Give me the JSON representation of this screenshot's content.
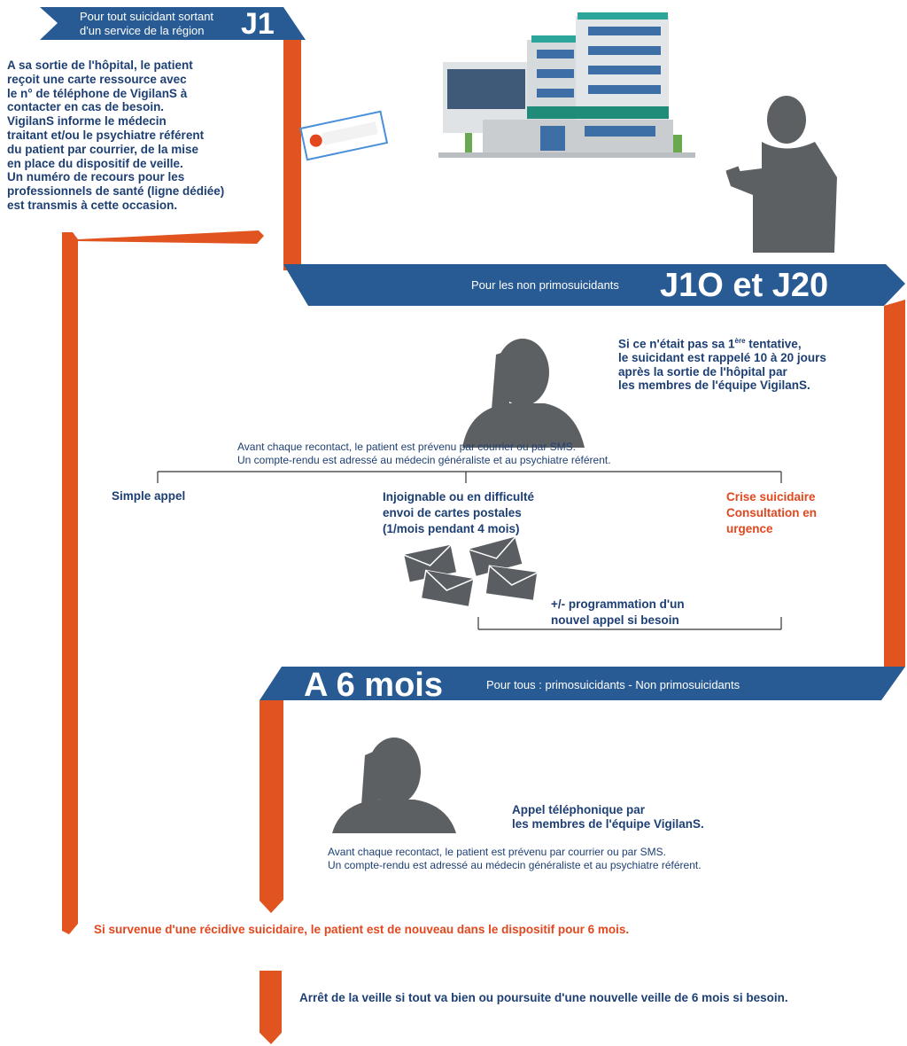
{
  "j1": {
    "subtitle": "Pour tout suicidant sortant\nd'un service de la région",
    "title": "J1",
    "description": "A sa sortie de l'hôpital, le patient\nreçoit une carte ressource avec\nle n° de téléphone de VigilanS à\ncontacter en cas de besoin.\nVigilanS informe le médecin\ntraitant et/ou le psychiatre référent\ndu patient par courrier, de la mise\nen place du dispositif de veille.\nUn numéro de recours pour les\nprofessionnels de santé (ligne dédiée)\nest transmis à cette occasion."
  },
  "j10": {
    "subtitle": "Pour les non primosuicidants",
    "title": "J1O et J20",
    "desc_pre": "Si ce n'était pas sa 1",
    "desc_sup": "ère",
    "desc_post": " tentative,\nle suicidant est rappelé 10 à 20 jours\naprès la sortie de l'hôpital par\nles membres de l'équipe VigilanS.",
    "notice": "Avant chaque recontact, le patient est prévenu par courrier ou par SMS.\nUn compte-rendu est adressé au médecin généraliste et au psychiatre référent.",
    "outcomes": [
      "Simple appel",
      "Injoignable ou en difficulté\nenvoi de cartes postales\n(1/mois pendant 4 mois)",
      "Crise suicidaire\nConsultation en\nurgence"
    ],
    "recall": "+/- programmation d'un\nnouvel appel si besoin"
  },
  "six": {
    "title": "A 6 mois",
    "subtitle": "Pour tous : primosuicidants - Non primosuicidants",
    "description": "Appel téléphonique par\nles membres de l'équipe VigilanS.",
    "notice": "Avant chaque recontact, le patient est prévenu par courrier ou par SMS.\nUn compte-rendu est adressé au médecin généraliste et au psychiatre référent."
  },
  "recidive": "Si survenue d'une récidive suicidaire,  le patient est de nouveau dans le dispositif pour 6 mois.",
  "final": "Arrêt de la veille si tout va bien ou poursuite d'une nouvelle veille de 6 mois si besoin.",
  "colors": {
    "banner_blue": "#285a93",
    "flow_orange": "#e2541f",
    "text_blue": "#1d3f73",
    "text_red": "#e2471e"
  }
}
